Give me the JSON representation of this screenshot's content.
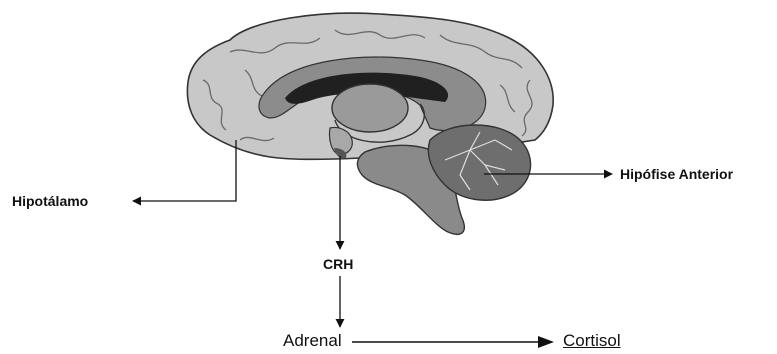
{
  "labels": {
    "hypothalamus": "Hipotálamo",
    "anterior_pituitary": "Hipófise Anterior",
    "crh": "CRH",
    "adrenal": "Adrenal",
    "cortisol": "Cortisol"
  },
  "colors": {
    "cortex": "#c8c8c8",
    "gyri_lines": "#6a6a6a",
    "corpus_callosum": "#8c8c8c",
    "ventricle": "#202020",
    "thalamus": "#9a9a9a",
    "brainstem": "#8a8a8a",
    "cerebellum": "#6e6e6e",
    "arrows": "#111111"
  }
}
